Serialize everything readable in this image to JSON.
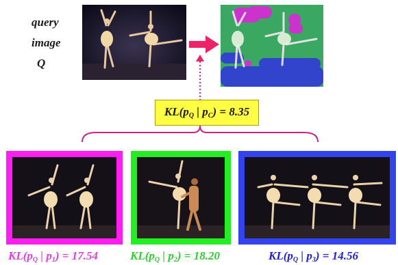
{
  "query": {
    "lines": [
      "query",
      "image",
      "Q"
    ]
  },
  "overall": {
    "prefix": "KL(p",
    "sub1": "Q",
    "mid": " | p",
    "sub2": "C",
    "suffix": ") = 8.35"
  },
  "candidates": [
    {
      "prefix": "KL(p",
      "sub1": "Q",
      "mid": " | p",
      "sub2": "1",
      "suffix": ") = 17.54",
      "color": "#e040e0"
    },
    {
      "prefix": "KL(p",
      "sub1": "Q",
      "mid": " | p",
      "sub2": "2",
      "suffix": ") = 18.20",
      "color": "#33cc33"
    },
    {
      "prefix": "KL(p",
      "sub1": "Q",
      "mid": " | p",
      "sub2": "3",
      "suffix": ") = 14.56",
      "color": "#2222cc"
    }
  ],
  "colors": {
    "magenta": "#ff1ef0",
    "green": "#22ee22",
    "blue": "#3344ee",
    "arrow": "#ee2266",
    "highlight": "#ffff44"
  }
}
